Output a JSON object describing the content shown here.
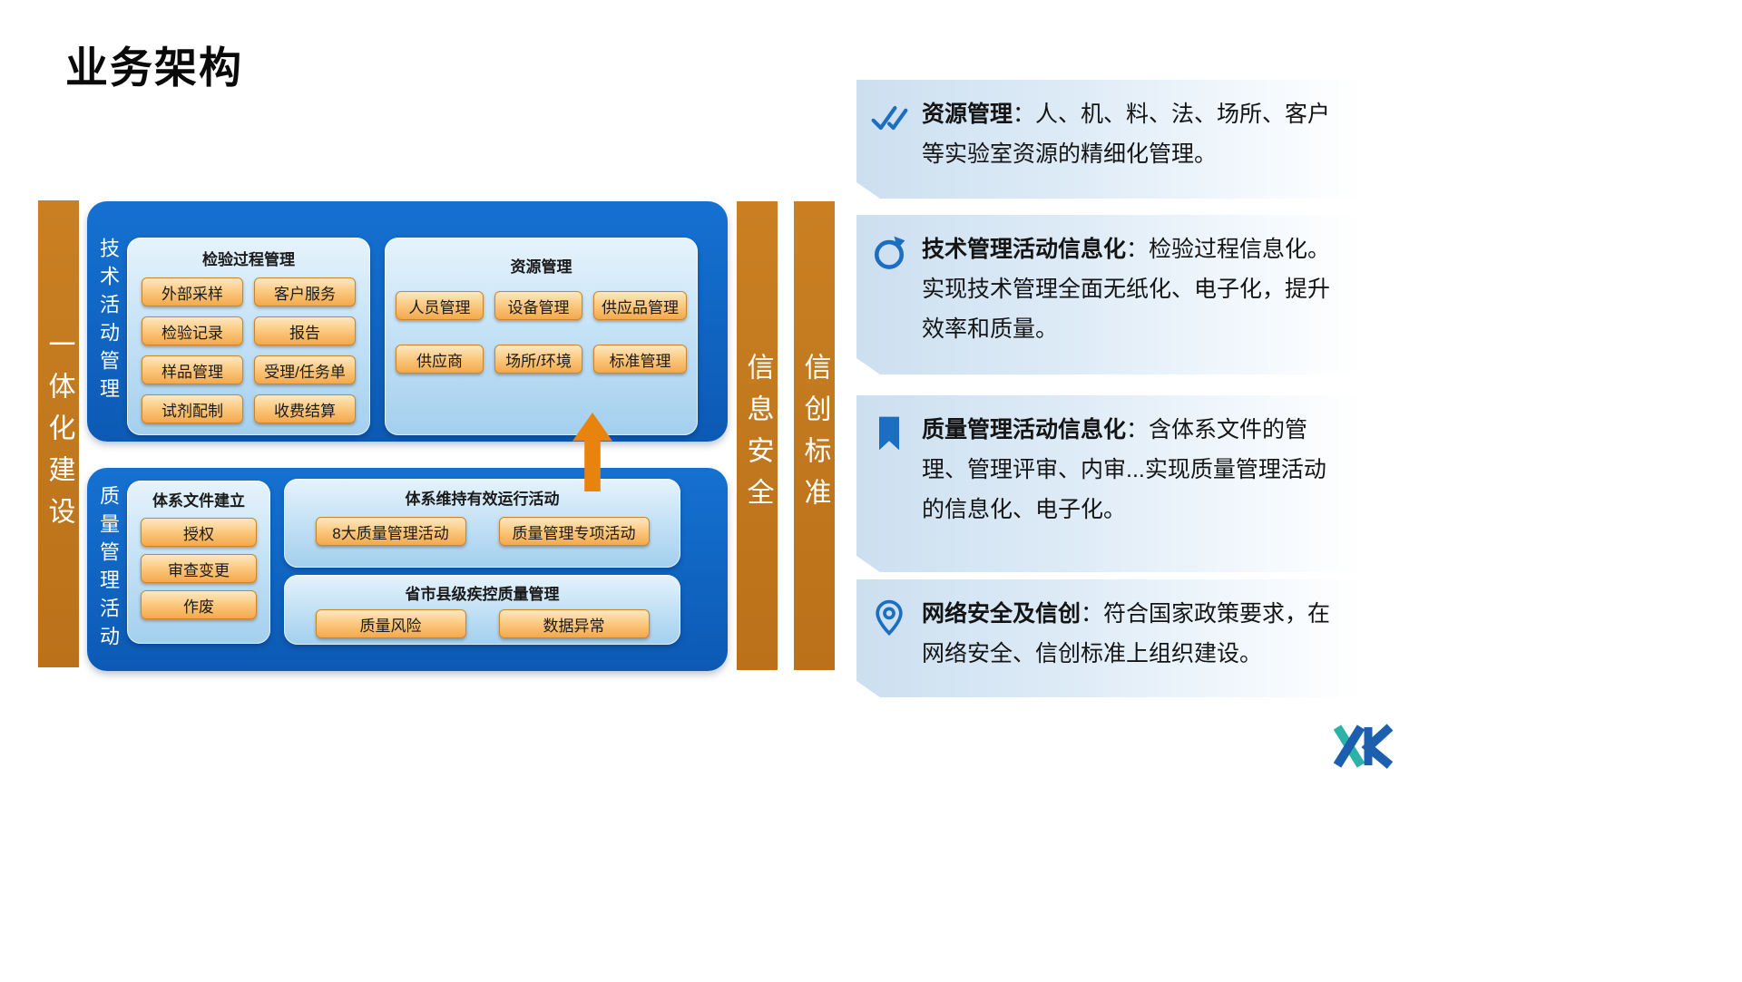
{
  "page": {
    "title": "业务架构"
  },
  "pillars": {
    "integration": "一体化建设",
    "security": "信息安全",
    "xinchuang": "信创标准"
  },
  "tech": {
    "label": "技术活动管理",
    "groups": [
      {
        "title": "检验过程管理",
        "items": [
          "外部采样",
          "客户服务",
          "检验记录",
          "报告",
          "样品管理",
          "受理/任务单",
          "试剂配制",
          "收费结算"
        ]
      },
      {
        "title": "资源管理",
        "items": [
          "人员管理",
          "设备管理",
          "供应品管理",
          "供应商",
          "场所/环境",
          "标准管理"
        ]
      }
    ]
  },
  "quality": {
    "label": "质量管理活动",
    "groups": [
      {
        "title": "体系文件建立",
        "items": [
          "授权",
          "审查变更",
          "作废"
        ]
      },
      {
        "title": "体系维持有效运行活动",
        "items": [
          "8大质量管理活动",
          "质量管理专项活动"
        ]
      },
      {
        "title": "省市县级疾控质量管理",
        "items": [
          "质量风险",
          "数据异常"
        ]
      }
    ]
  },
  "callouts": [
    {
      "icon": "double-check-icon",
      "title": "资源管理",
      "body": "：人、机、料、法、场所、客户等实验室资源的精细化管理。"
    },
    {
      "icon": "cycle-icon",
      "title": "技术管理活动信息化",
      "body": "：检验过程信息化。实现技术管理全面无纸化、电子化，提升效率和质量。"
    },
    {
      "icon": "bookmark-icon",
      "title": "质量管理活动信息化",
      "body": "：含体系文件的管理、管理评审、内审...实现质量管理活动的信息化、电子化。"
    },
    {
      "icon": "location-pin-icon",
      "title": "网络安全及信创",
      "body": "：符合国家政策要求，在网络安全、信创标准上组织建设。"
    }
  ],
  "colors": {
    "pillar_orange": "#c0771c",
    "panel_blue": "#0e63c2",
    "chip_orange": "#f3a84d",
    "accent_blue": "#1b6ec0",
    "logo_teal": "#2bb3a8"
  }
}
